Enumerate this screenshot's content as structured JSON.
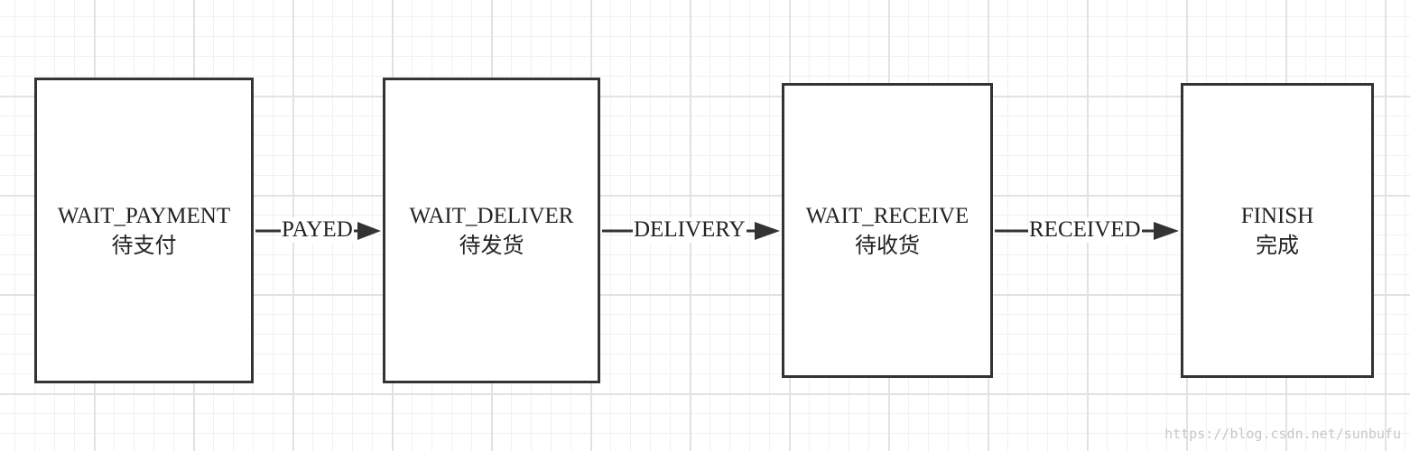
{
  "states": [
    {
      "id": "wait-payment",
      "name": "WAIT_PAYMENT",
      "label_zh": "待支付"
    },
    {
      "id": "wait-deliver",
      "name": "WAIT_DELIVER",
      "label_zh": "待发货"
    },
    {
      "id": "wait-receive",
      "name": "WAIT_RECEIVE",
      "label_zh": "待收货"
    },
    {
      "id": "finish",
      "name": "FINISH",
      "label_zh": "完成"
    }
  ],
  "transitions": [
    {
      "from": "wait-payment",
      "to": "wait-deliver",
      "label": "PAYED"
    },
    {
      "from": "wait-deliver",
      "to": "wait-receive",
      "label": "DELIVERY"
    },
    {
      "from": "wait-receive",
      "to": "finish",
      "label": "RECEIVED"
    }
  ],
  "watermark": "https://blog.csdn.net/sunbufu",
  "colors": {
    "border": "#333333",
    "grid_major": "#e2e2e2",
    "grid_minor": "#f1f1f1",
    "watermark": "#c7c7c7"
  }
}
